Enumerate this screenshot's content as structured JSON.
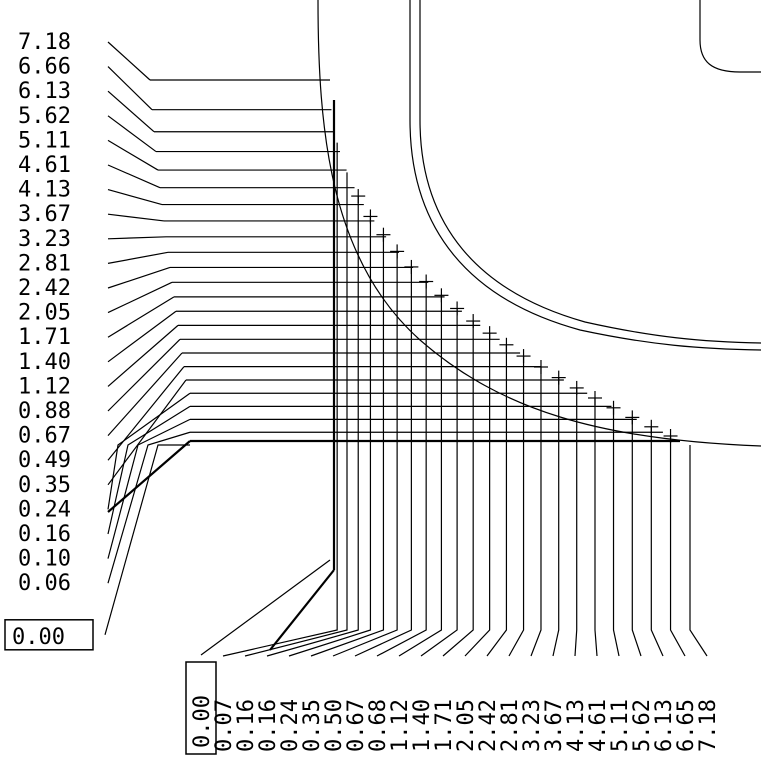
{
  "diagram": {
    "line_color": "#000000",
    "background": "#ffffff",
    "left_labels": [
      "7.18",
      "6.66",
      "6.13",
      "5.62",
      "5.11",
      "4.61",
      "4.13",
      "3.67",
      "3.23",
      "2.81",
      "2.42",
      "2.05",
      "1.71",
      "1.40",
      "1.12",
      "0.88",
      "0.67",
      "0.49",
      "0.35",
      "0.24",
      "0.16",
      "0.10",
      "0.06",
      "0.00"
    ],
    "bottom_labels": [
      "0.00",
      "0.07",
      "0.16",
      "0.16",
      "0.24",
      "0.35",
      "0.50",
      "0.67",
      "0.68",
      "1.12",
      "1.40",
      "1.71",
      "2.05",
      "2.42",
      "2.81",
      "3.23",
      "3.67",
      "4.13",
      "4.61",
      "5.11",
      "5.62",
      "6.13",
      "6.65",
      "7.18"
    ],
    "boxed_label": "0.00"
  }
}
